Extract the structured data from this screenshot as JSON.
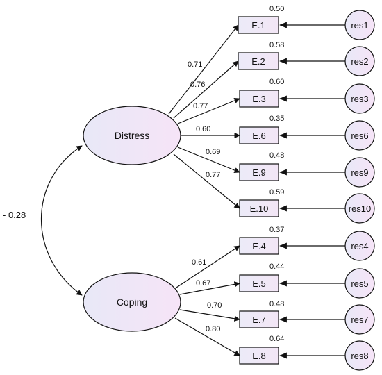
{
  "latents": [
    {
      "id": "distress",
      "label": "Distress"
    },
    {
      "id": "coping",
      "label": "Coping"
    }
  ],
  "correlation": {
    "label": "-  0.28",
    "value": -0.28
  },
  "indicators": [
    {
      "id": "e1",
      "label": "E.1",
      "factor": "distress",
      "loading": "0.71",
      "r2": "0.50",
      "residual": "res1"
    },
    {
      "id": "e2",
      "label": "E.2",
      "factor": "distress",
      "loading": "0.76",
      "r2": "0.58",
      "residual": "res2"
    },
    {
      "id": "e3",
      "label": "E.3",
      "factor": "distress",
      "loading": "0.77",
      "r2": "0.60",
      "residual": "res3"
    },
    {
      "id": "e6",
      "label": "E.6",
      "factor": "distress",
      "loading": "0.60",
      "r2": "0.35",
      "residual": "res6"
    },
    {
      "id": "e9",
      "label": "E.9",
      "factor": "distress",
      "loading": "0.69",
      "r2": "0.48",
      "residual": "res9"
    },
    {
      "id": "e10",
      "label": "E.10",
      "factor": "distress",
      "loading": "0.77",
      "r2": "0.59",
      "residual": "res10"
    },
    {
      "id": "e4",
      "label": "E.4",
      "factor": "coping",
      "loading": "0.61",
      "r2": "0.37",
      "residual": "res4"
    },
    {
      "id": "e5",
      "label": "E.5",
      "factor": "coping",
      "loading": "0.67",
      "r2": "0.44",
      "residual": "res5"
    },
    {
      "id": "e7",
      "label": "E.7",
      "factor": "coping",
      "loading": "0.70",
      "r2": "0.48",
      "residual": "res7"
    },
    {
      "id": "e8",
      "label": "E.8",
      "factor": "coping",
      "loading": "0.80",
      "r2": "0.64",
      "residual": "res8"
    }
  ]
}
